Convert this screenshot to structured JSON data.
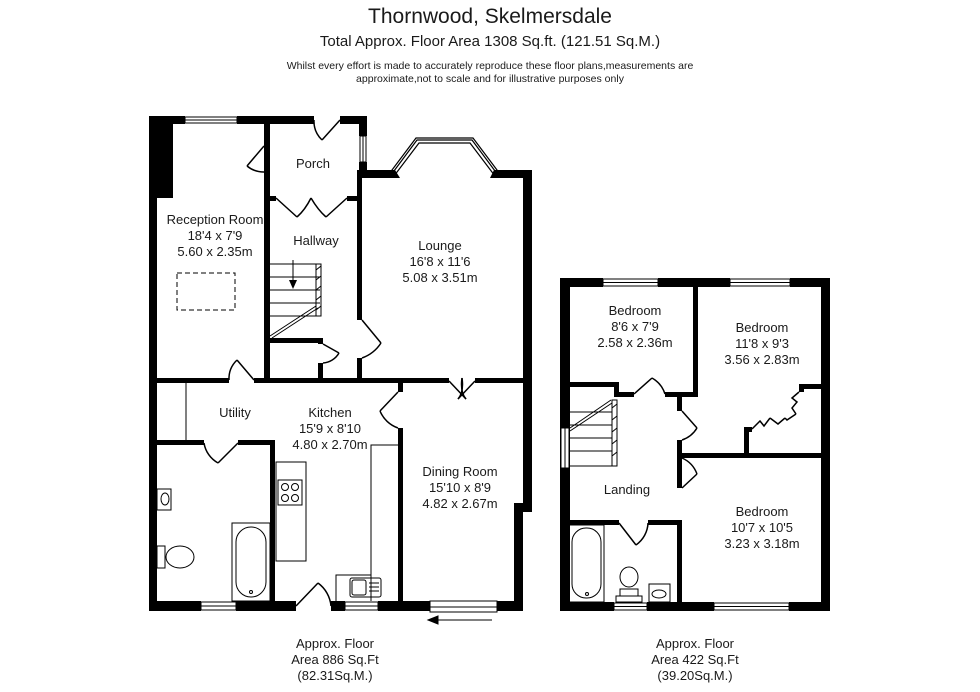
{
  "header": {
    "title": "Thornwood, Skelmersdale",
    "subtitle": "Total Approx. Floor Area 1308 Sq.ft. (121.51 Sq.M.)",
    "disclaimer_line1": "Whilst every effort is made to accurately reproduce these floor plans,measurements are",
    "disclaimer_line2": "approximate,not to scale and for illustrative purposes only"
  },
  "colors": {
    "wall": "#000000",
    "background": "#ffffff",
    "text": "#1a1a1a",
    "fixture_line": "#333333"
  },
  "ground_floor": {
    "rooms": [
      {
        "name": "Reception Room",
        "imperial": "18'4 x 7'9",
        "metric": "5.60 x 2.35m"
      },
      {
        "name": "Porch"
      },
      {
        "name": "Hallway"
      },
      {
        "name": "Lounge",
        "imperial": "16'8 x 11'6",
        "metric": "5.08 x 3.51m"
      },
      {
        "name": "Utility"
      },
      {
        "name": "Kitchen",
        "imperial": "15'9 x 8'10",
        "metric": "4.80 x 2.70m"
      },
      {
        "name": "Dining Room",
        "imperial": "15'10 x 8'9",
        "metric": "4.82 x 2.67m"
      }
    ],
    "area_line1": "Approx. Floor",
    "area_line2": "Area 886 Sq.Ft",
    "area_line3": "(82.31Sq.M.)"
  },
  "first_floor": {
    "rooms": [
      {
        "name": "Bedroom",
        "imperial": "8'6 x 7'9",
        "metric": "2.58 x 2.36m"
      },
      {
        "name": "Bedroom",
        "imperial": "11'8 x 9'3",
        "metric": "3.56 x 2.83m"
      },
      {
        "name": "Landing"
      },
      {
        "name": "Bedroom",
        "imperial": "10'7 x 10'5",
        "metric": "3.23 x 3.18m"
      }
    ],
    "area_line1": "Approx. Floor",
    "area_line2": "Area 422 Sq.Ft",
    "area_line3": "(39.20Sq.M.)"
  }
}
